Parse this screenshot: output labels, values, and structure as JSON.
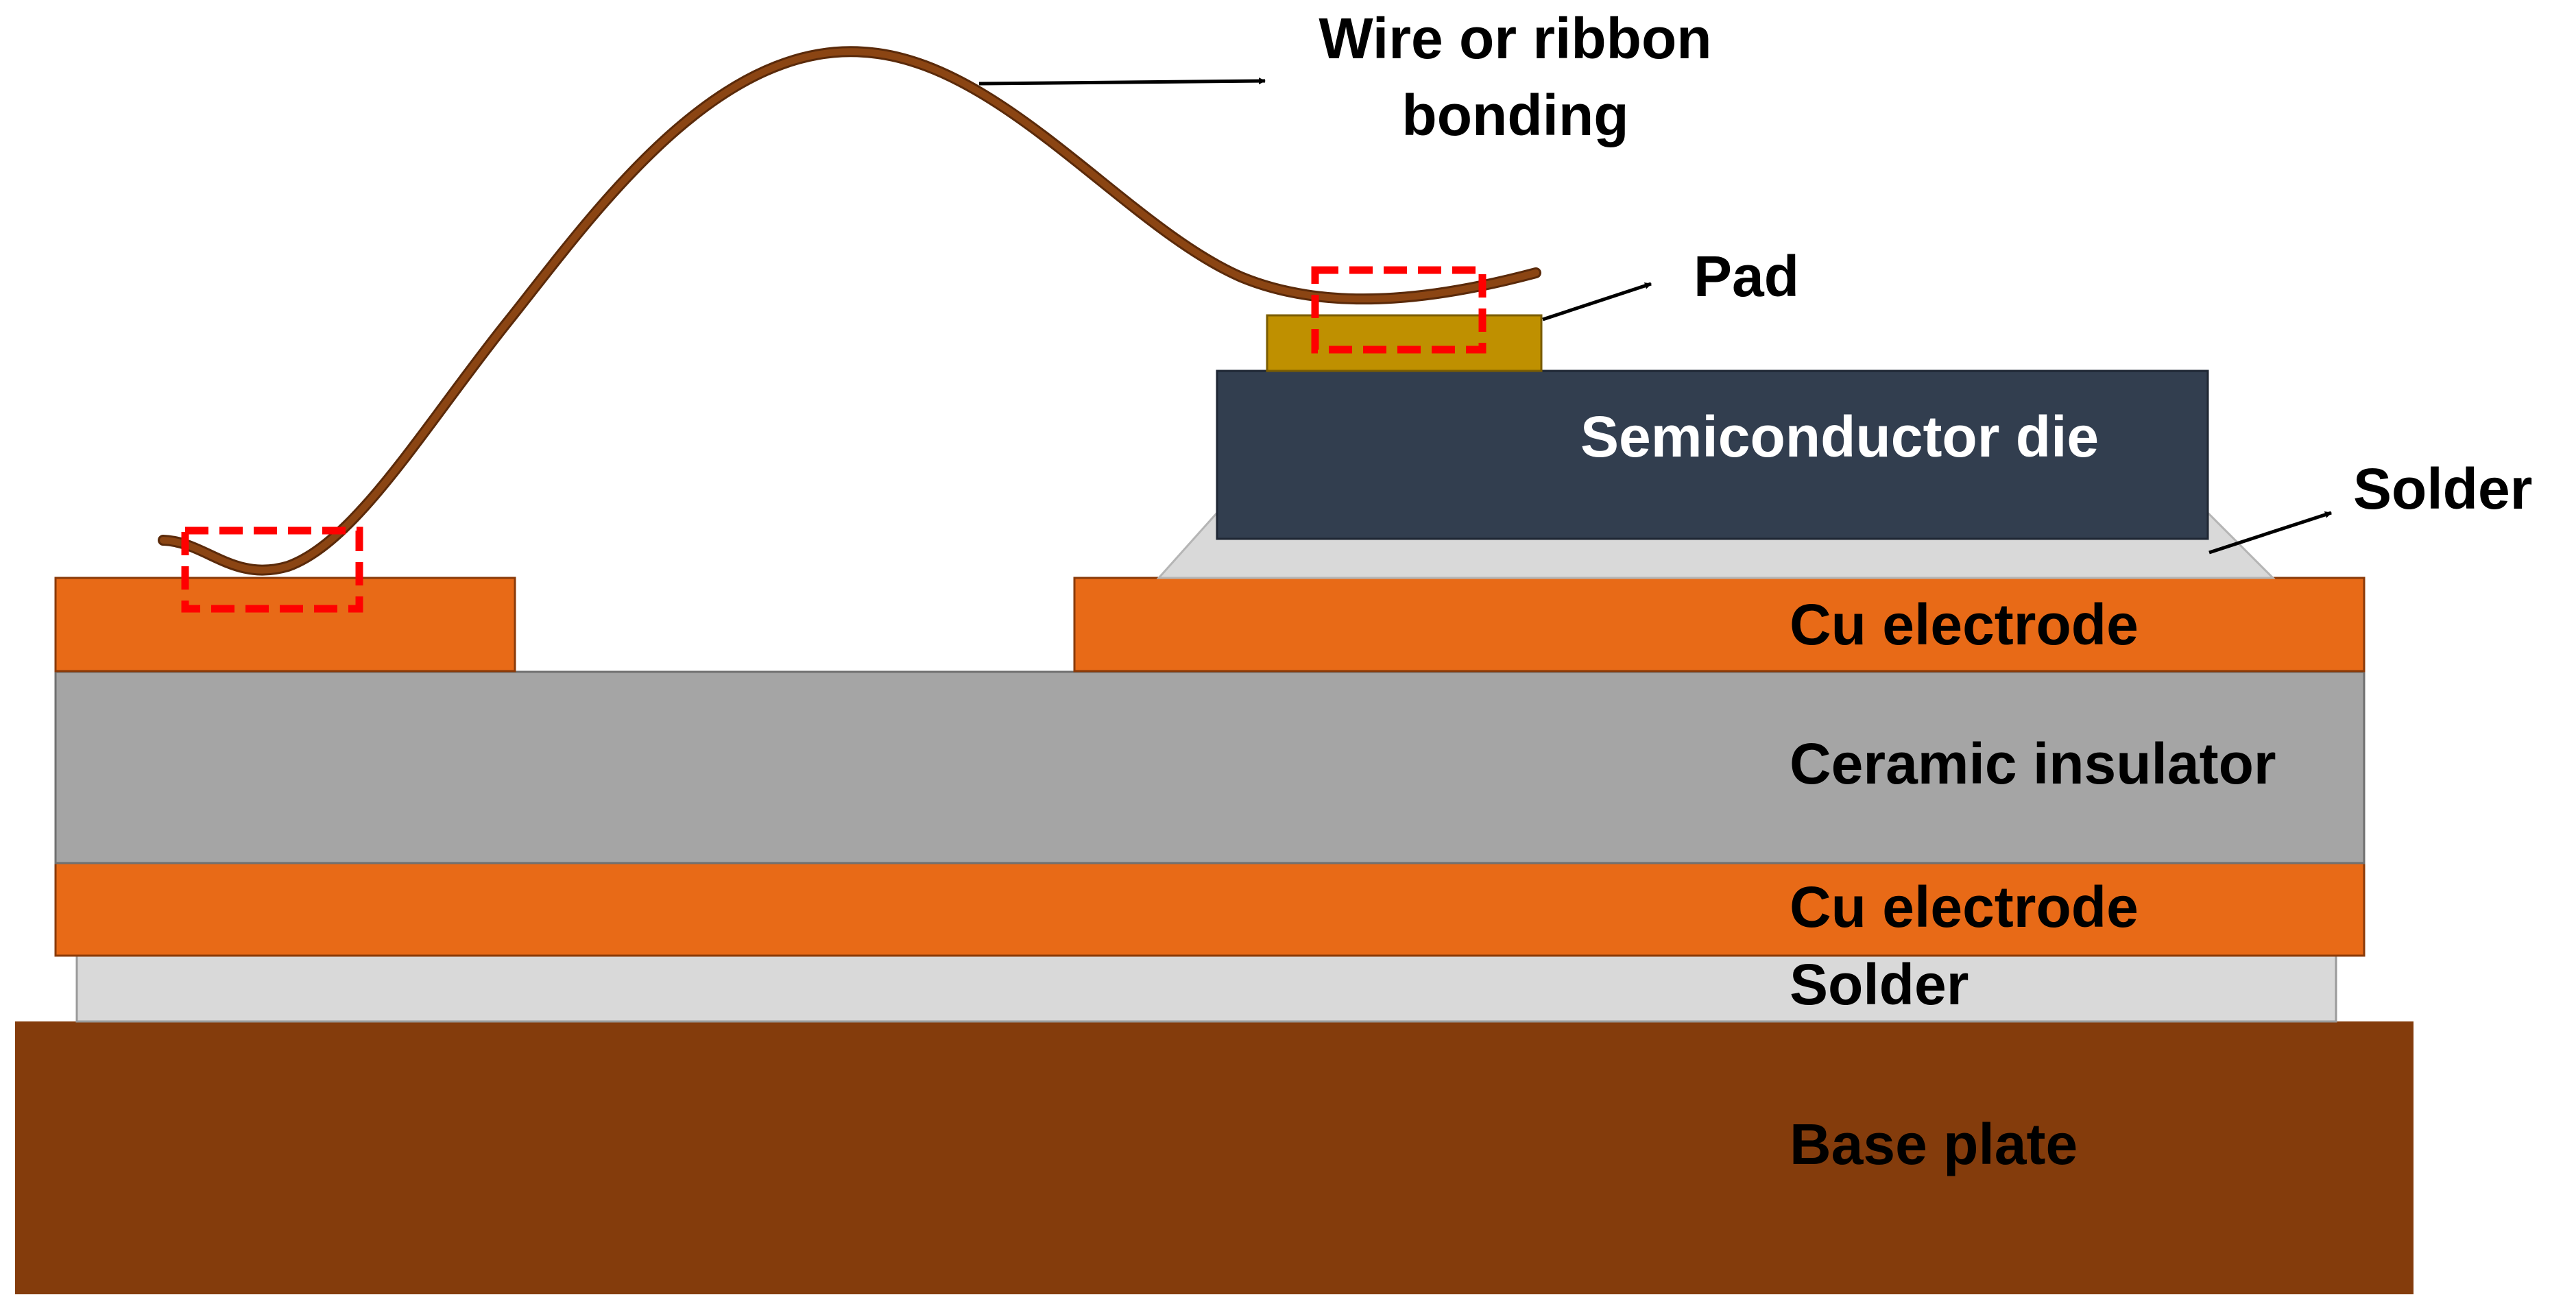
{
  "labels": {
    "wire_line1": "Wire or ribbon",
    "wire_line2": "bonding",
    "pad": "Pad",
    "semiconductor_die": "Semiconductor die",
    "die_solder": "Solder",
    "cu_electrode_top": "Cu electrode",
    "ceramic_insulator": "Ceramic insulator",
    "cu_electrode_bottom": "Cu electrode",
    "bottom_solder": "Solder",
    "base_plate": "Base plate"
  },
  "colors": {
    "copper": "#E86A17",
    "ceramic": "#A5A5A5",
    "solder": "#D9D9D9",
    "base_plate": "#843C0C",
    "die": "#323E4F",
    "pad": "#BF9000",
    "wire": "#8B4513",
    "bond_highlight": "#FF0000",
    "text_dark": "#000000",
    "text_light": "#FFFFFF"
  }
}
